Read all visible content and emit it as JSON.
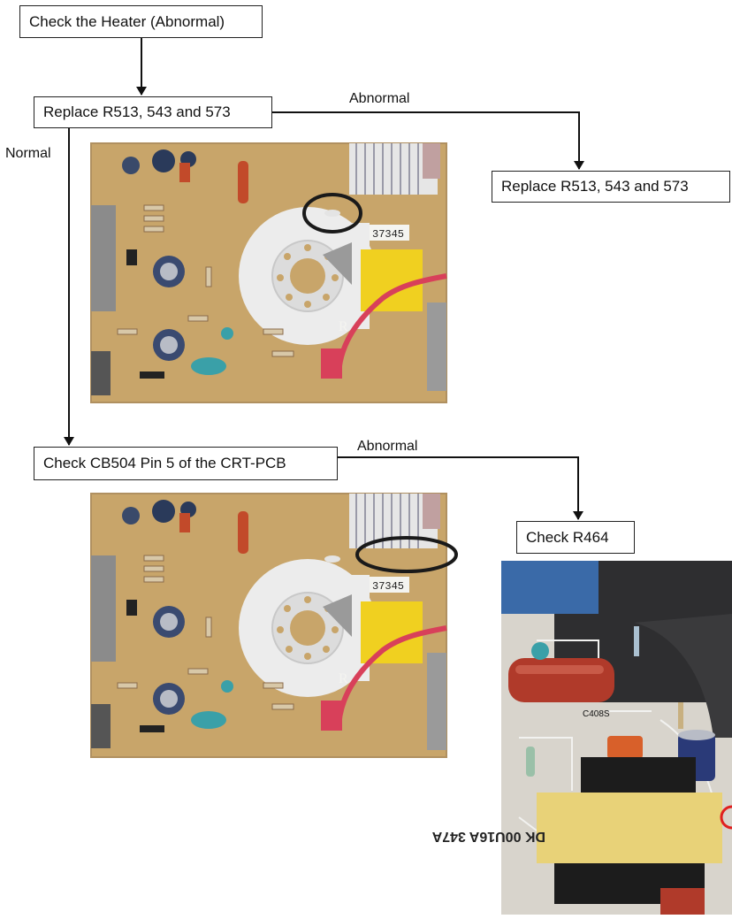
{
  "flow": {
    "step_check_heater": "Check the Heater (Abnormal)",
    "step_replace_left": "Replace R513, 543 and 573",
    "step_replace_right": "Replace R513, 543 and 573",
    "step_check_cb504": "Check CB504 Pin 5 of the CRT-PCB",
    "step_check_r464": "Check R464",
    "edge_abnormal_1": "Abnormal",
    "edge_normal": "Normal",
    "edge_abnormal_2": "Abnormal"
  },
  "photos": {
    "board_1": {
      "sticker": "37345",
      "letter": "R",
      "marker": "circle"
    },
    "board_2": {
      "sticker": "37345",
      "letter": "R",
      "marker": "ellipse"
    },
    "closeup": {
      "cap_label": "C408S",
      "transformer_text": "DK 00U16A 347A"
    }
  },
  "colors": {
    "pcb": "#c8a56a",
    "marker": "#1a1a1a",
    "wire": "#d8405a",
    "yellow_part": "#f0d020",
    "film_cap": "#b03a2a"
  }
}
